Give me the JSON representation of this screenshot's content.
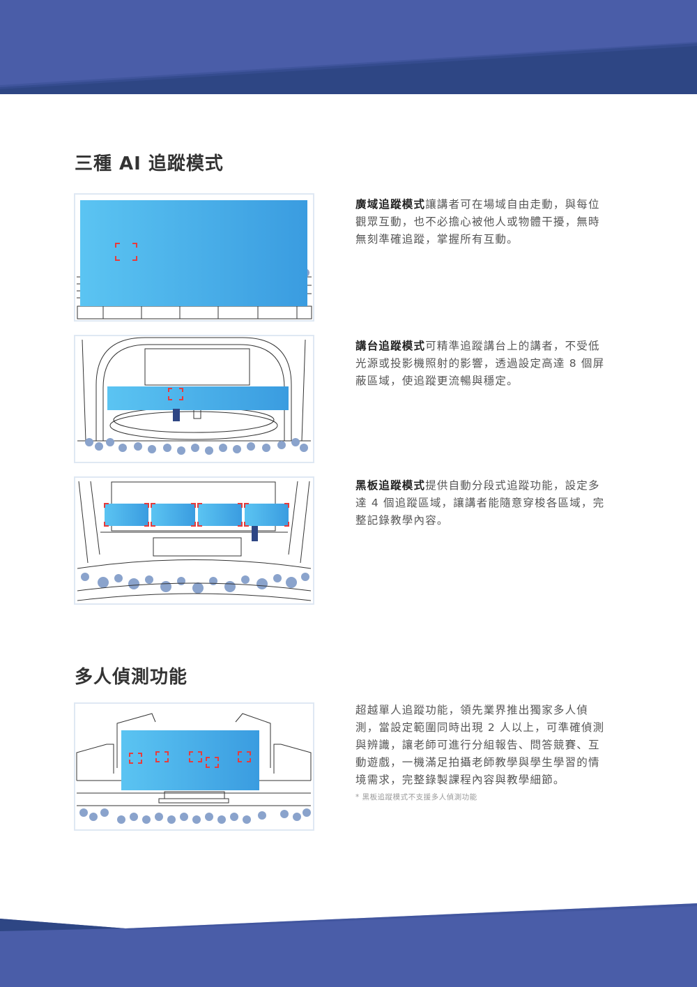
{
  "colors": {
    "banner_dark": "#2e4684",
    "banner_light": "#4a5da8",
    "highlight_start": "#5bc4f2",
    "highlight_end": "#3a9ce0",
    "marker": "#e63c3c",
    "audience": "#8aa3cc"
  },
  "sections": {
    "tracking_title": "三種 AI 追蹤模式",
    "multi_title": "多人偵測功能"
  },
  "modes": [
    {
      "lead": "廣域追蹤模式",
      "text": "讓講者可在場域自由走動，與每位觀眾互動，也不必擔心被他人或物體干擾，無時無刻準確追蹤，掌握所有互動。"
    },
    {
      "lead": "講台追蹤模式",
      "text": "可精準追蹤講台上的講者，不受低光源或投影機照射的影響，透過設定高達 8 個屏蔽區域，使追蹤更流暢與穩定。"
    },
    {
      "lead": "黑板追蹤模式",
      "text": "提供自動分段式追蹤功能，設定多達 4 個追蹤區域，讓講者能隨意穿梭各區域，完整記錄教學內容。"
    }
  ],
  "multi": {
    "text": "超越單人追蹤功能，領先業界推出獨家多人偵測，當設定範圍同時出現 2 人以上，可準確偵測與辨識，讓老師可進行分組報告、問答競賽、互動遊戲，一機滿足拍攝老師教學與學生學習的情境需求，完整錄製課程內容與教學細節。",
    "note": "* 黑板追蹤模式不支援多人偵測功能"
  },
  "icons": [
    "wide-area-illustration",
    "podium-illustration",
    "blackboard-illustration",
    "multi-person-illustration",
    "tracking-marker-icon"
  ]
}
